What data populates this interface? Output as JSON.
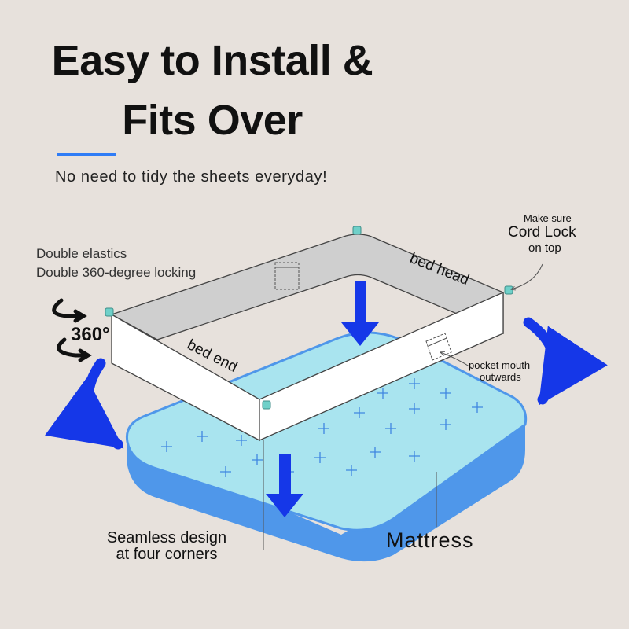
{
  "heading": {
    "line1": "Easy to Install &",
    "line2": "Fits Over",
    "subtitle": "No need to tidy the sheets everyday!"
  },
  "notes": {
    "elastics_line1": "Double elastics",
    "elastics_line2": "Double 360-degree locking",
    "degree": "360°",
    "cord_make_sure": "Make sure",
    "cord_lock": "Cord Lock",
    "cord_on_top": "on top",
    "pocket_line1": "pocket mouth",
    "pocket_line2": "outwards",
    "bed_head": "bed head",
    "bed_end": "bed end",
    "seamless_line1": "Seamless design",
    "seamless_line2": "at four corners",
    "mattress": "Mattress"
  },
  "colors": {
    "background": "#e7e1dc",
    "accent": "#2f7cf6",
    "arrow_blue": "#1537e8",
    "mattress_top": "#a9e4ef",
    "mattress_side": "#4f97ea",
    "band_outer": "#ffffff",
    "band_inner": "#cfcfcf",
    "clip": "#6fd0c9"
  },
  "icons": [
    "rotate-360-icon",
    "down-arrow-icon",
    "curved-arrow-icon",
    "cord-lock-clip-icon",
    "pocket-icon"
  ]
}
